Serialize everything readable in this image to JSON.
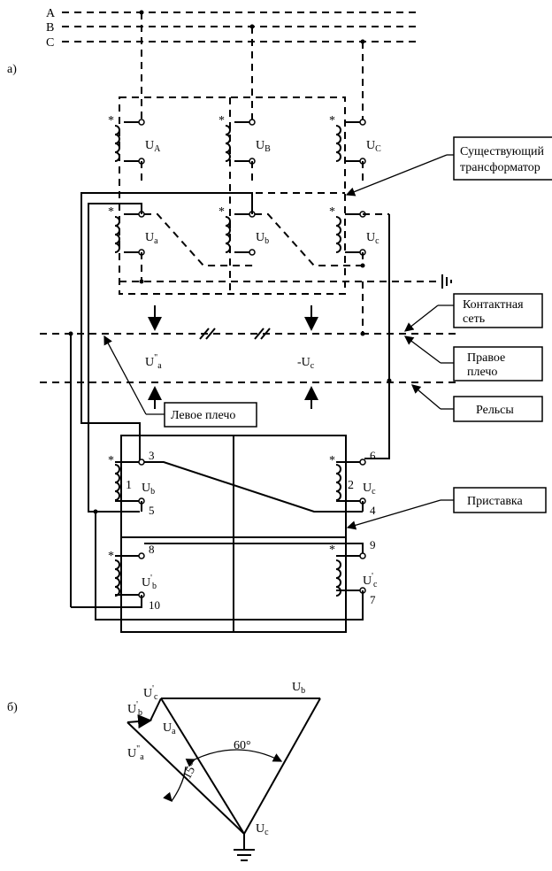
{
  "phases": {
    "a": "A",
    "b": "B",
    "c": "C"
  },
  "parts": {
    "a": "а)",
    "b": "б)"
  },
  "callouts": {
    "transformer": "Существующий трансформатор",
    "contact": "Контактная сеть",
    "right": "Правое плечо",
    "rails": "Рельсы",
    "left": "Левое плечо",
    "attach": "Приставка"
  },
  "voltages": {
    "U": "U",
    "A": "A",
    "B": "B",
    "C": "C",
    "a": "a",
    "b": "b",
    "c": "c",
    "ua_dd": "\"",
    "minus": "-",
    "prime": "'",
    "angle60": "60°",
    "angle15": "15°"
  },
  "attachment": {
    "w1": "1",
    "w2": "2",
    "t3": "3",
    "t4": "4",
    "t5": "5",
    "t6": "6",
    "t7": "7",
    "t8": "8",
    "t9": "9",
    "t10": "10"
  },
  "star": "*"
}
